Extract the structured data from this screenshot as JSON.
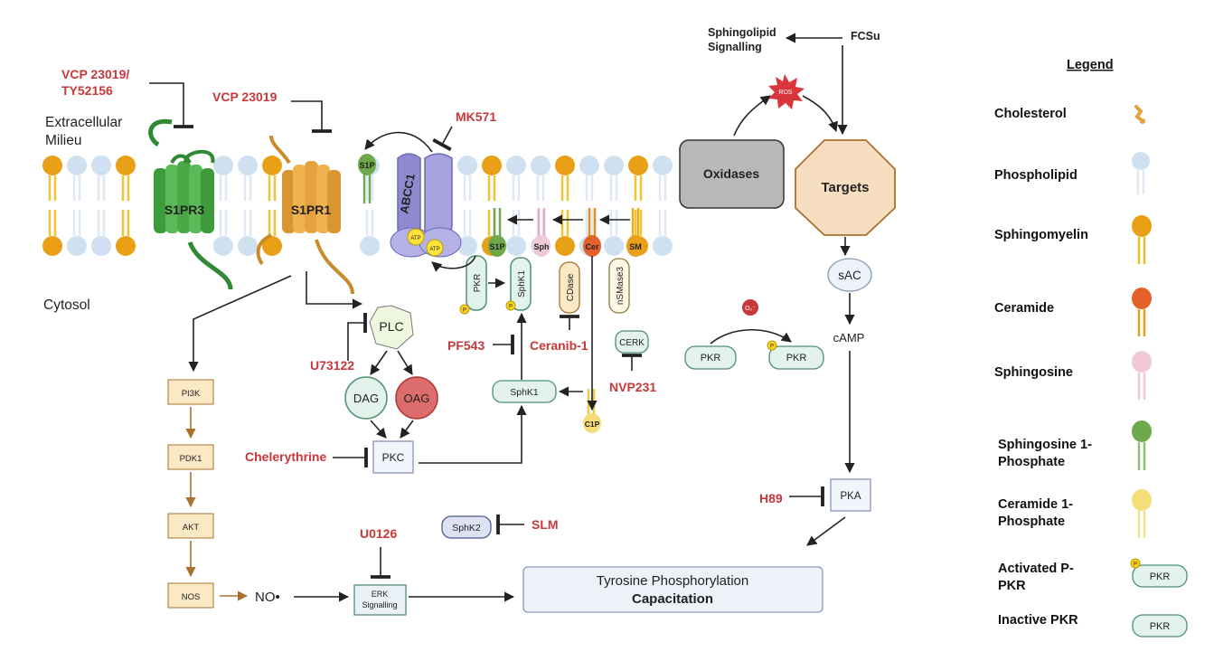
{
  "regions": {
    "extracellular_1": "Extracellular",
    "extracellular_2": "Milieu",
    "cytosol": "Cytosol"
  },
  "receptors": {
    "s1pr3": "S1PR3",
    "s1pr1": "S1PR1",
    "abcc1": "ABCC1",
    "atp": "ATP"
  },
  "lipid_labels": {
    "s1p": "S1P",
    "sph": "Sph",
    "cer": "Cer",
    "sm": "SM",
    "c1p": "C1P"
  },
  "inhibitors": {
    "vcp_tyline1": "VCP 23019/",
    "vcp_tyline2": "TY52156",
    "vcp": "VCP 23019",
    "mk571": "MK571",
    "u73122": "U73122",
    "chelerythrine": "Chelerythrine",
    "pf543": "PF543",
    "ceranib": "Ceranib-1",
    "nvp231": "NVP231",
    "h89": "H89",
    "slm": "SLM",
    "u0126": "U0126"
  },
  "nodes": {
    "pi3k": "PI3K",
    "pdk1": "PDK1",
    "akt": "AKT",
    "nos": "NOS",
    "no": "NO•",
    "plc": "PLC",
    "dag": "DAG",
    "oag": "OAG",
    "pkc": "PKC",
    "sphk1": "SphK1",
    "sphk2": "SphK2",
    "pkr": "PKR",
    "p": "P",
    "cdase": "CDase",
    "nsmase3": "nSMase3",
    "cerk": "CERK",
    "erk_1": "ERK",
    "erk_2": "Signalling",
    "oxidases": "Oxidases",
    "targets": "Targets",
    "ros": "ROS",
    "superoxide": "O₂⁻",
    "sac": "sAC",
    "camp": "cAMP",
    "pka": "PKA",
    "sl_1": "Sphingolipid",
    "sl_2": "Signalling",
    "fcsu": "FCSu",
    "tyr": "Tyrosine Phosphorylation",
    "cap": "Capacitation"
  },
  "legend": {
    "title": "Legend",
    "items": {
      "cholesterol": "Cholesterol",
      "phospholipid": "Phospholipid",
      "sphingomyelin": "Sphingomyelin",
      "ceramide": "Ceramide",
      "sphingosine": "Sphingosine",
      "s1p_1": "Sphingosine 1-",
      "s1p_2": "Phosphate",
      "c1p_1": "Ceramide 1-",
      "c1p_2": "Phosphate",
      "apkr_1": "Activated P-",
      "apkr_2": "PKR",
      "ipkr": "Inactive PKR"
    }
  },
  "colors": {
    "inhibitor": "#c8373a",
    "membrane_blue": "#cfe0f1",
    "membrane_orange": "#e9a017",
    "s1pr3": "#4aa847",
    "s1pr1": "#e6a23c",
    "abcc1": "#9b97d6",
    "node_green": "#e3f2ea",
    "node_border": "#4f8f73"
  }
}
